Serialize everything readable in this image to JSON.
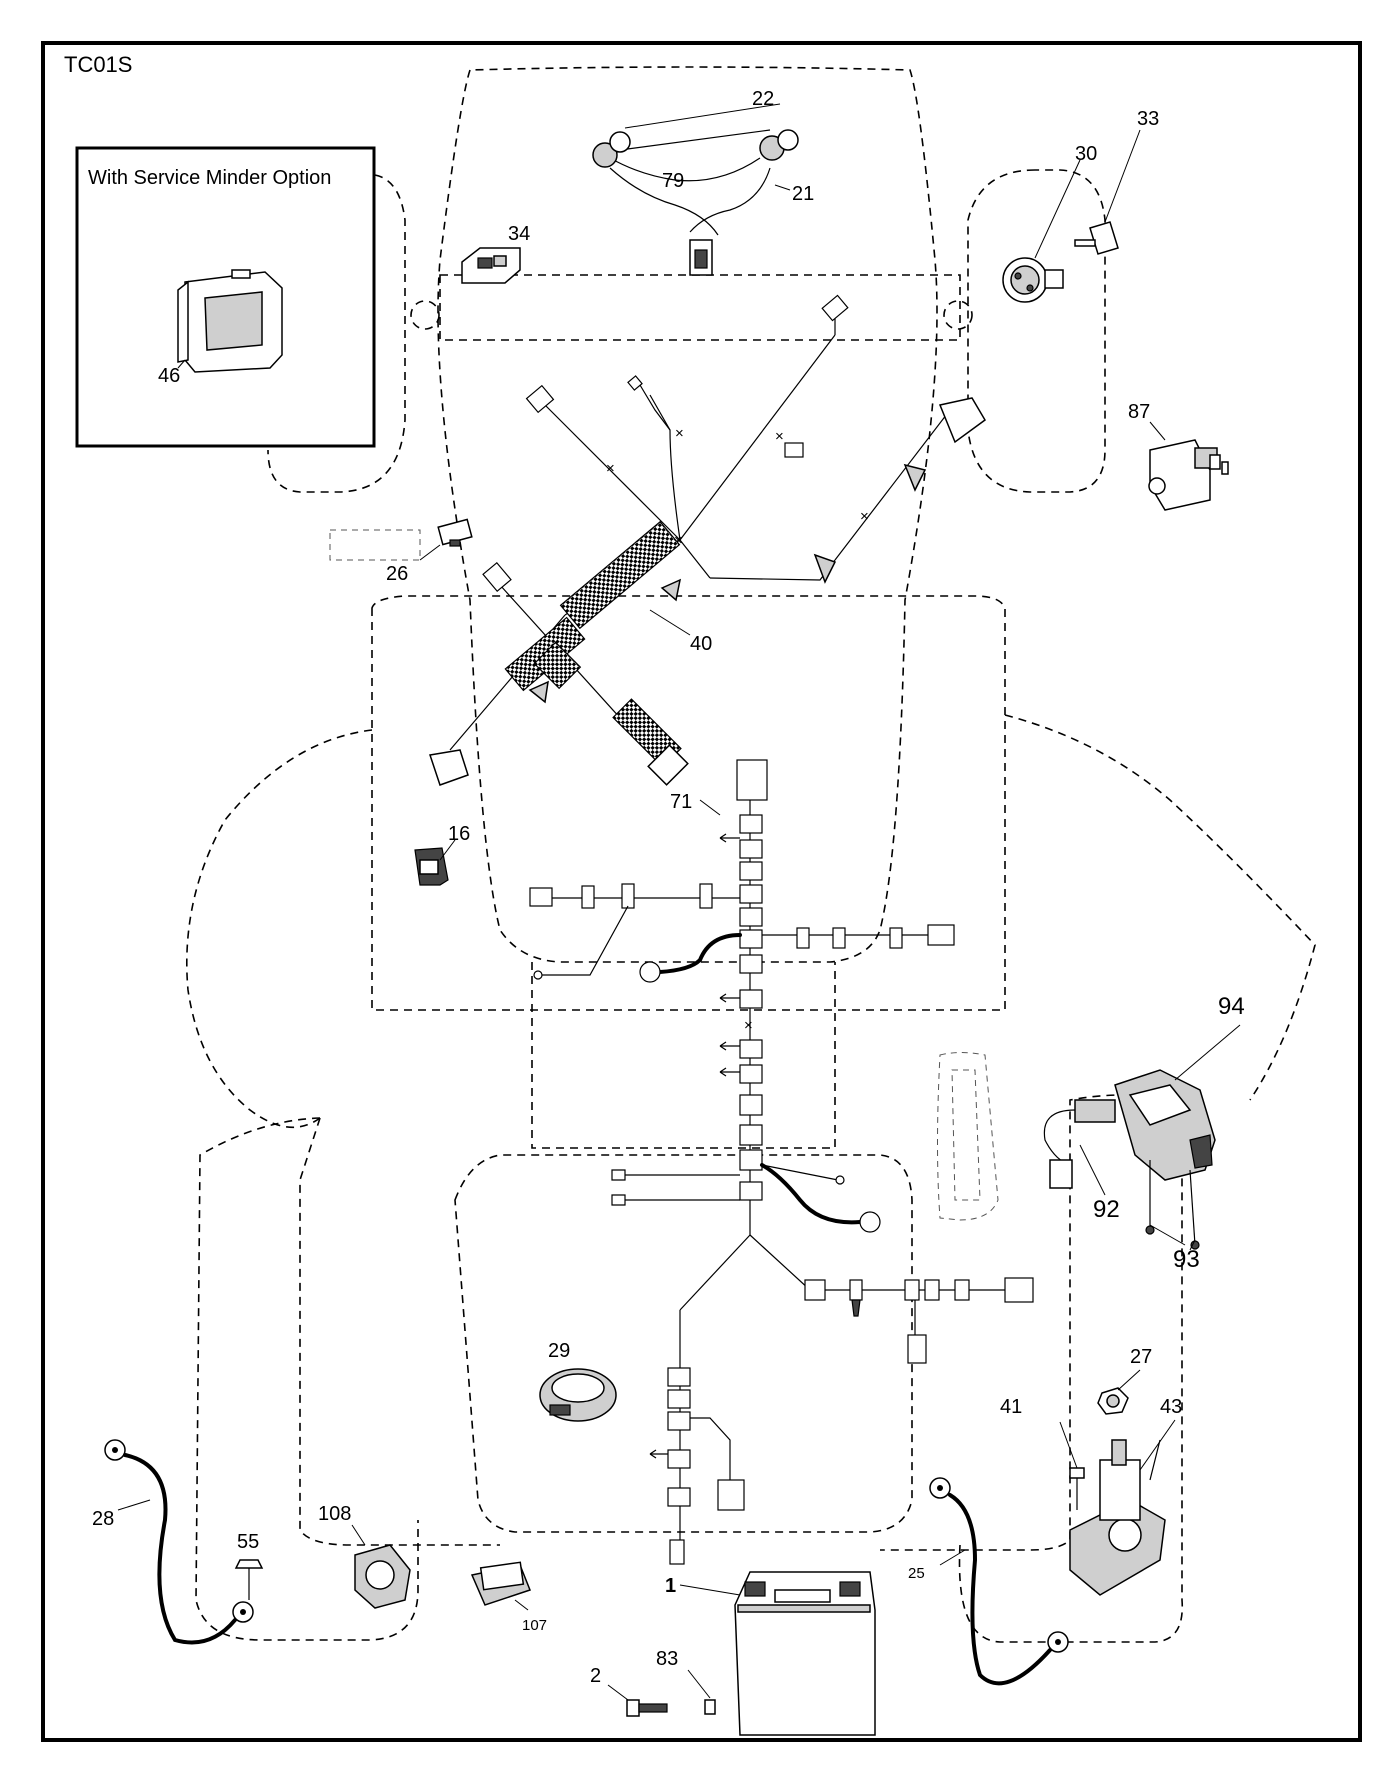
{
  "diagram_code": "TC01S",
  "inset_title": "With Service Minder Option",
  "callouts": {
    "c1": "1",
    "c2": "2",
    "c16": "16",
    "c21": "21",
    "c22": "22",
    "c25": "25",
    "c26": "26",
    "c27": "27",
    "c28": "28",
    "c29": "29",
    "c30": "30",
    "c33": "33",
    "c34": "34",
    "c40": "40",
    "c41": "41",
    "c43": "43",
    "c46": "46",
    "c55": "55",
    "c71": "71",
    "c79": "79",
    "c83": "83",
    "c87": "87",
    "c92": "92",
    "c93": "93",
    "c94": "94",
    "c107": "107",
    "c108": "108"
  }
}
